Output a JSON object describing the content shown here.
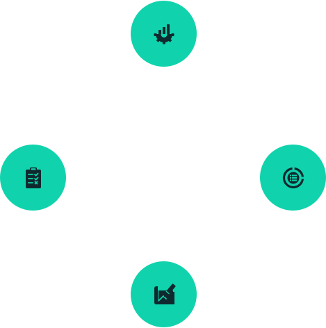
{
  "colors": {
    "circle": "#10d3ad",
    "icon": "#0f2a2f",
    "background": "#ffffff"
  },
  "nodes": [
    {
      "id": "top",
      "icon": "gear-chart-icon"
    },
    {
      "id": "left",
      "icon": "clipboard-checklist-icon"
    },
    {
      "id": "right",
      "icon": "pie-list-icon"
    },
    {
      "id": "bottom",
      "icon": "drawing-pen-icon"
    }
  ]
}
